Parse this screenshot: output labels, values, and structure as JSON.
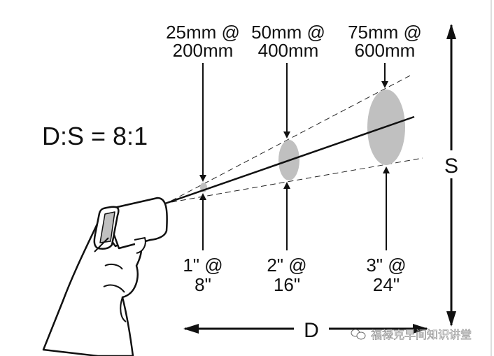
{
  "ratio_label": "D:S = 8:1",
  "top_labels": [
    {
      "line1": "25mm @",
      "line2": "200mm"
    },
    {
      "line1": "50mm @",
      "line2": "400mm"
    },
    {
      "line1": "75mm @",
      "line2": "600mm"
    }
  ],
  "bottom_labels": [
    {
      "line1": "1\" @",
      "line2": "8\""
    },
    {
      "line1": "2\" @",
      "line2": "16\""
    },
    {
      "line1": "3\" @",
      "line2": "24\""
    }
  ],
  "distance_label": "D",
  "spot_label": "S",
  "watermark": "福禄克早间知识讲堂",
  "colors": {
    "spot": "#c0c0c0",
    "line": "#111111"
  }
}
